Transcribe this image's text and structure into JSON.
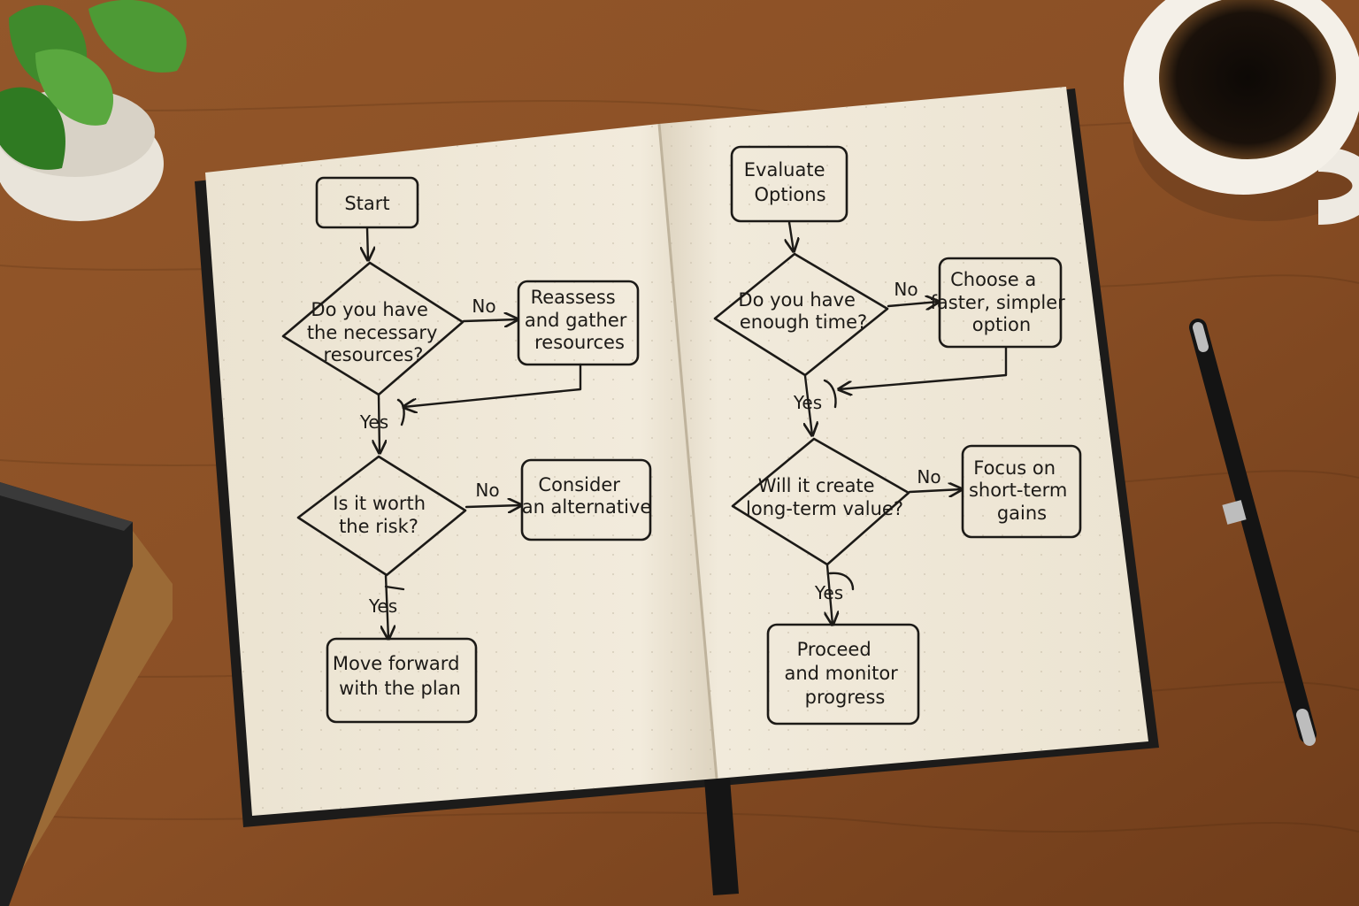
{
  "colors": {
    "desk": "#8a4f25",
    "desk_dark": "#6b3a18",
    "paper": "#f1eadb",
    "paper_shade": "#e4dac6",
    "notebook_cover": "#1c1b1a",
    "ink": "#1c1a17",
    "coffee": "#1a120c",
    "mug": "#f4f0e8",
    "leaf": "#3f8a2c",
    "book_tan": "#a4743f",
    "book_black": "#1e1e1e",
    "pen": "#141414",
    "pen_trim": "#bdbdbd"
  },
  "nodes": {
    "start": {
      "lines": [
        "Start"
      ]
    },
    "d1": {
      "lines": [
        "Do you have",
        "the necessary",
        "resources?"
      ]
    },
    "reassess": {
      "lines": [
        "Reassess",
        "and gather",
        "resources"
      ]
    },
    "d2": {
      "lines": [
        "Is it worth",
        "the risk?"
      ]
    },
    "consider": {
      "lines": [
        "Consider",
        "an alternative"
      ]
    },
    "move": {
      "lines": [
        "Move forward",
        "with the plan"
      ]
    },
    "evaluate": {
      "lines": [
        "Evaluate",
        "Options"
      ]
    },
    "d3": {
      "lines": [
        "Do you have",
        "enough time?"
      ]
    },
    "choose": {
      "lines": [
        "Choose a",
        "faster, simpler",
        "option"
      ]
    },
    "d4": {
      "lines": [
        "Will it create",
        "long-term value?"
      ]
    },
    "focus": {
      "lines": [
        "Focus on",
        "short-term",
        "gains"
      ]
    },
    "proceed": {
      "lines": [
        "Proceed",
        "and monitor",
        "progress"
      ]
    }
  },
  "edges": {
    "e1_no": "No",
    "e1_yes": "Yes",
    "e2_no": "No",
    "e2_yes": "Yes",
    "e3_no": "No",
    "e3_yes": "Yes",
    "e4_no": "No",
    "e4_yes": "Yes"
  }
}
